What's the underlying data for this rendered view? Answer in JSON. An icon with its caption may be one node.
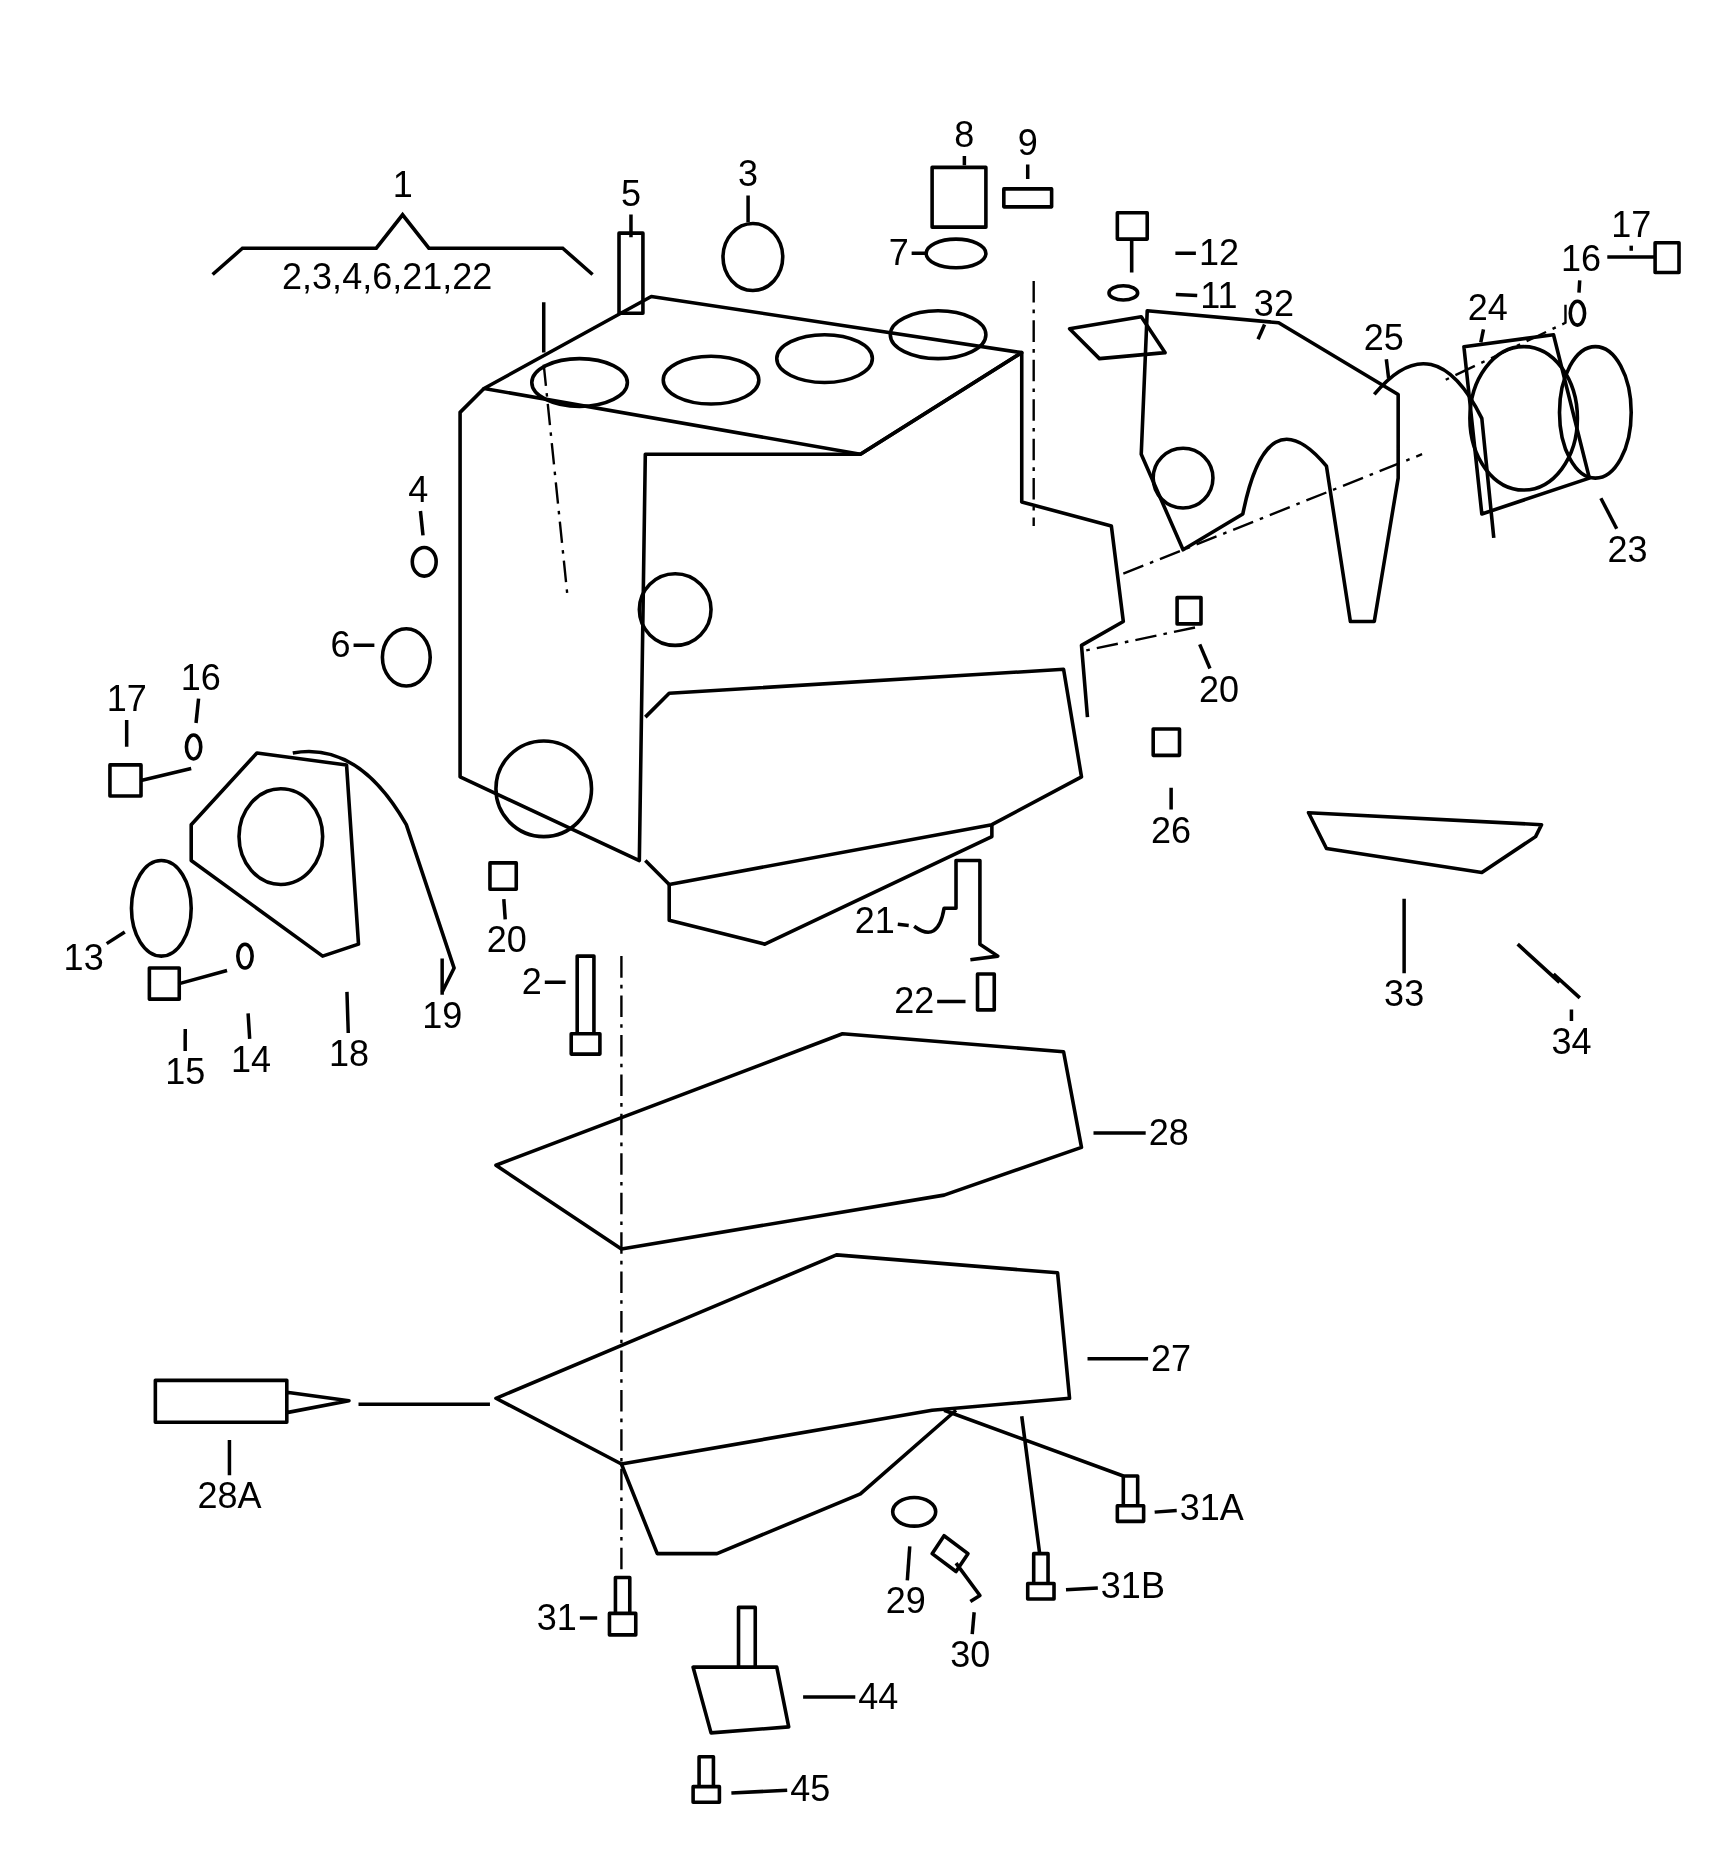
{
  "diagram": {
    "nodes": [
      {
        "text": [
          "1",
          "2,3,4,6,21,22"
        ]
      },
      {
        "text": [
          "5"
        ]
      },
      {
        "text": [
          "3"
        ]
      },
      {
        "text": [
          "8"
        ]
      },
      {
        "text": [
          "9"
        ]
      },
      {
        "text": [
          "7"
        ]
      },
      {
        "text": [
          "12"
        ]
      },
      {
        "text": [
          "11"
        ]
      },
      {
        "text": [
          "32"
        ]
      },
      {
        "text": [
          "16"
        ]
      },
      {
        "text": [
          "17"
        ]
      },
      {
        "text": [
          "25"
        ]
      },
      {
        "text": [
          "24"
        ]
      },
      {
        "text": [
          "23"
        ]
      },
      {
        "text": [
          "4"
        ]
      },
      {
        "text": [
          "6"
        ]
      },
      {
        "text": [
          "20"
        ]
      },
      {
        "text": [
          "17"
        ]
      },
      {
        "text": [
          "16"
        ]
      },
      {
        "text": [
          "26"
        ]
      },
      {
        "text": [
          "13"
        ]
      },
      {
        "text": [
          "20"
        ]
      },
      {
        "text": [
          "21"
        ]
      },
      {
        "text": [
          "2"
        ]
      },
      {
        "text": [
          "22"
        ]
      },
      {
        "text": [
          "33"
        ]
      },
      {
        "text": [
          "34"
        ]
      },
      {
        "text": [
          "15"
        ]
      },
      {
        "text": [
          "14"
        ]
      },
      {
        "text": [
          "18"
        ]
      },
      {
        "text": [
          "19"
        ]
      },
      {
        "text": [
          "28"
        ]
      },
      {
        "text": [
          "27"
        ]
      },
      {
        "text": [
          "28A"
        ]
      },
      {
        "text": [
          "31A"
        ]
      },
      {
        "text": [
          "31B"
        ]
      },
      {
        "text": [
          "29"
        ]
      },
      {
        "text": [
          "31"
        ]
      },
      {
        "text": [
          "30"
        ]
      },
      {
        "text": [
          "44"
        ]
      },
      {
        "text": [
          "45"
        ]
      }
    ],
    "edges": [
      {
        "from": 0,
        "to": null,
        "arrow": "none"
      },
      {
        "from": 1,
        "to": null,
        "arrow": "none"
      },
      {
        "from": 2,
        "to": null,
        "arrow": "none"
      },
      {
        "from": 3,
        "to": null,
        "arrow": "none"
      },
      {
        "from": 4,
        "to": null,
        "arrow": "none"
      },
      {
        "from": 5,
        "to": null,
        "arrow": "none"
      },
      {
        "from": 6,
        "to": null,
        "arrow": "none"
      },
      {
        "from": 7,
        "to": null,
        "arrow": "none"
      },
      {
        "from": 8,
        "to": null,
        "arrow": "none"
      },
      {
        "from": 9,
        "to": null,
        "arrow": "none"
      },
      {
        "from": 10,
        "to": null,
        "arrow": "none"
      },
      {
        "from": 11,
        "to": null,
        "arrow": "none"
      },
      {
        "from": 12,
        "to": null,
        "arrow": "none"
      },
      {
        "from": 13,
        "to": null,
        "arrow": "none"
      },
      {
        "from": 14,
        "to": null,
        "arrow": "none"
      },
      {
        "from": 15,
        "to": null,
        "arrow": "none"
      },
      {
        "from": 16,
        "to": null,
        "arrow": "none"
      },
      {
        "from": 17,
        "to": null,
        "arrow": "none"
      },
      {
        "from": 18,
        "to": null,
        "arrow": "none"
      },
      {
        "from": 19,
        "to": null,
        "arrow": "none"
      },
      {
        "from": 20,
        "to": null,
        "arrow": "none"
      },
      {
        "from": 21,
        "to": null,
        "arrow": "none"
      },
      {
        "from": 22,
        "to": null,
        "arrow": "none"
      },
      {
        "from": 23,
        "to": null,
        "arrow": "none"
      },
      {
        "from": 24,
        "to": null,
        "arrow": "none"
      },
      {
        "from": 25,
        "to": null,
        "arrow": "none"
      },
      {
        "from": 26,
        "to": null,
        "arrow": "none"
      },
      {
        "from": 27,
        "to": null,
        "arrow": "none"
      },
      {
        "from": 28,
        "to": null,
        "arrow": "none"
      },
      {
        "from": 29,
        "to": null,
        "arrow": "none"
      },
      {
        "from": 30,
        "to": null,
        "arrow": "none"
      },
      {
        "from": 31,
        "to": null,
        "arrow": "none"
      },
      {
        "from": 32,
        "to": null,
        "arrow": "none"
      },
      {
        "from": 33,
        "to": null,
        "arrow": "none"
      },
      {
        "from": 34,
        "to": null,
        "arrow": "none"
      },
      {
        "from": 35,
        "to": null,
        "arrow": "none"
      },
      {
        "from": 36,
        "to": null,
        "arrow": "none"
      },
      {
        "from": 37,
        "to": null,
        "arrow": "none"
      },
      {
        "from": 38,
        "to": null,
        "arrow": "none"
      },
      {
        "from": 39,
        "to": null,
        "arrow": "none"
      },
      {
        "from": 40,
        "to": null,
        "arrow": "none"
      }
    ]
  }
}
